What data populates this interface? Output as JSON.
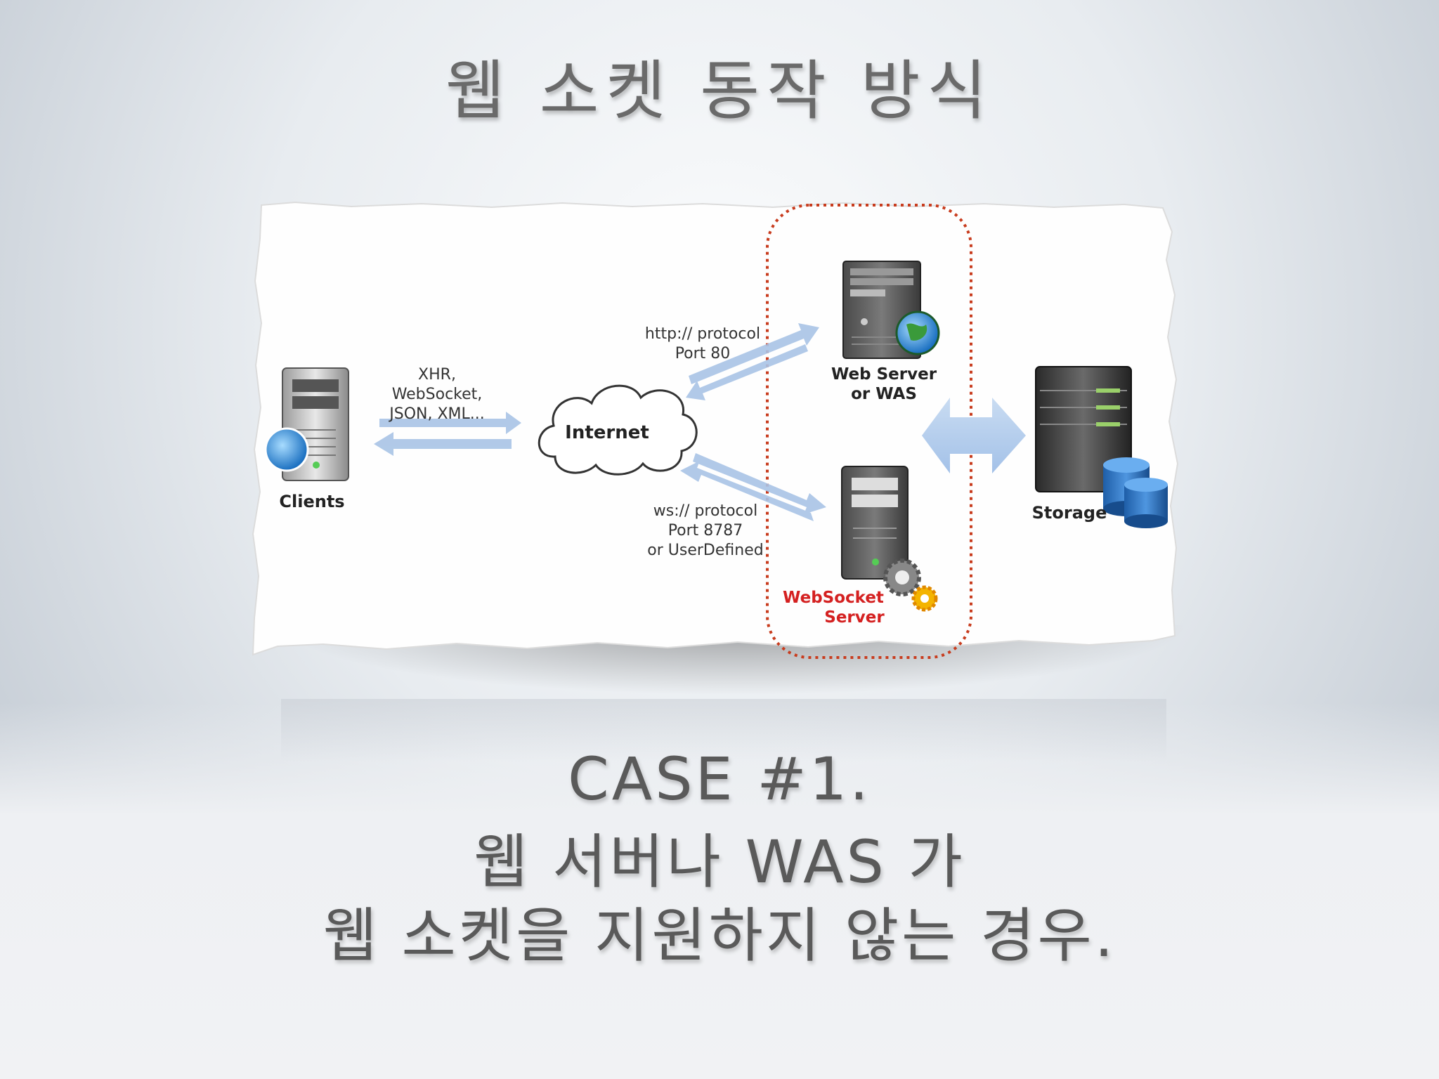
{
  "title": "웹 소켓 동작 방식",
  "diagram": {
    "clients_label": "Clients",
    "client_protocols": [
      "XHR,",
      "WebSocket,",
      "JSON, XML..."
    ],
    "internet_label": "Internet",
    "http_protocol": [
      "http:// protocol",
      "Port 80"
    ],
    "web_server_label": [
      "Web Server",
      "or WAS"
    ],
    "ws_protocol": [
      "ws:// protocol",
      "Port 8787",
      "or UserDefined"
    ],
    "websocket_server_label": [
      "WebSocket",
      "Server"
    ],
    "storage_label": "Storage",
    "colors": {
      "websocket_label": "#d42020",
      "dotted_border": "#c83c1e",
      "arrow": "#a9c4e6"
    }
  },
  "case": {
    "line1": "CASE #1.",
    "line2": "웹 서버나 WAS 가",
    "line3": "웹 소켓을 지원하지 않는 경우."
  }
}
